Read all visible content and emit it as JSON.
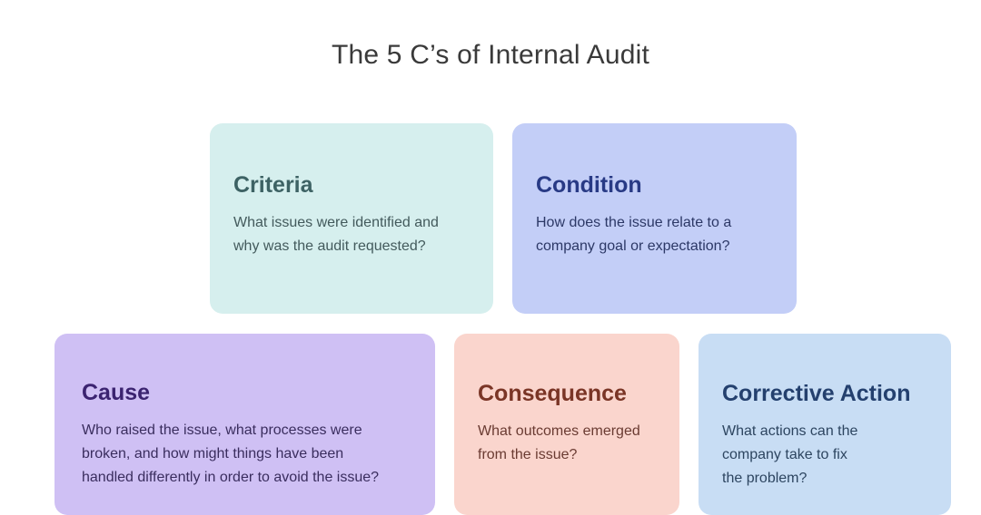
{
  "title": "The 5 C’s of Internal Audit",
  "cards": [
    {
      "id": "criteria",
      "title": "Criteria",
      "description": "What issues were identified and\nwhy was the audit requested?"
    },
    {
      "id": "condition",
      "title": "Condition",
      "description": "How does the issue relate to a\ncompany goal or expectation?"
    },
    {
      "id": "cause",
      "title": "Cause",
      "description": "Who raised the issue, what processes were\nbroken, and how might things have been\nhandled differently in order to avoid the issue?"
    },
    {
      "id": "consequence",
      "title": "Consequence",
      "description": "What outcomes emerged\nfrom the issue?"
    },
    {
      "id": "corrective",
      "title": "Corrective Action",
      "description": "What actions can the\ncompany take to fix\nthe problem?"
    }
  ]
}
